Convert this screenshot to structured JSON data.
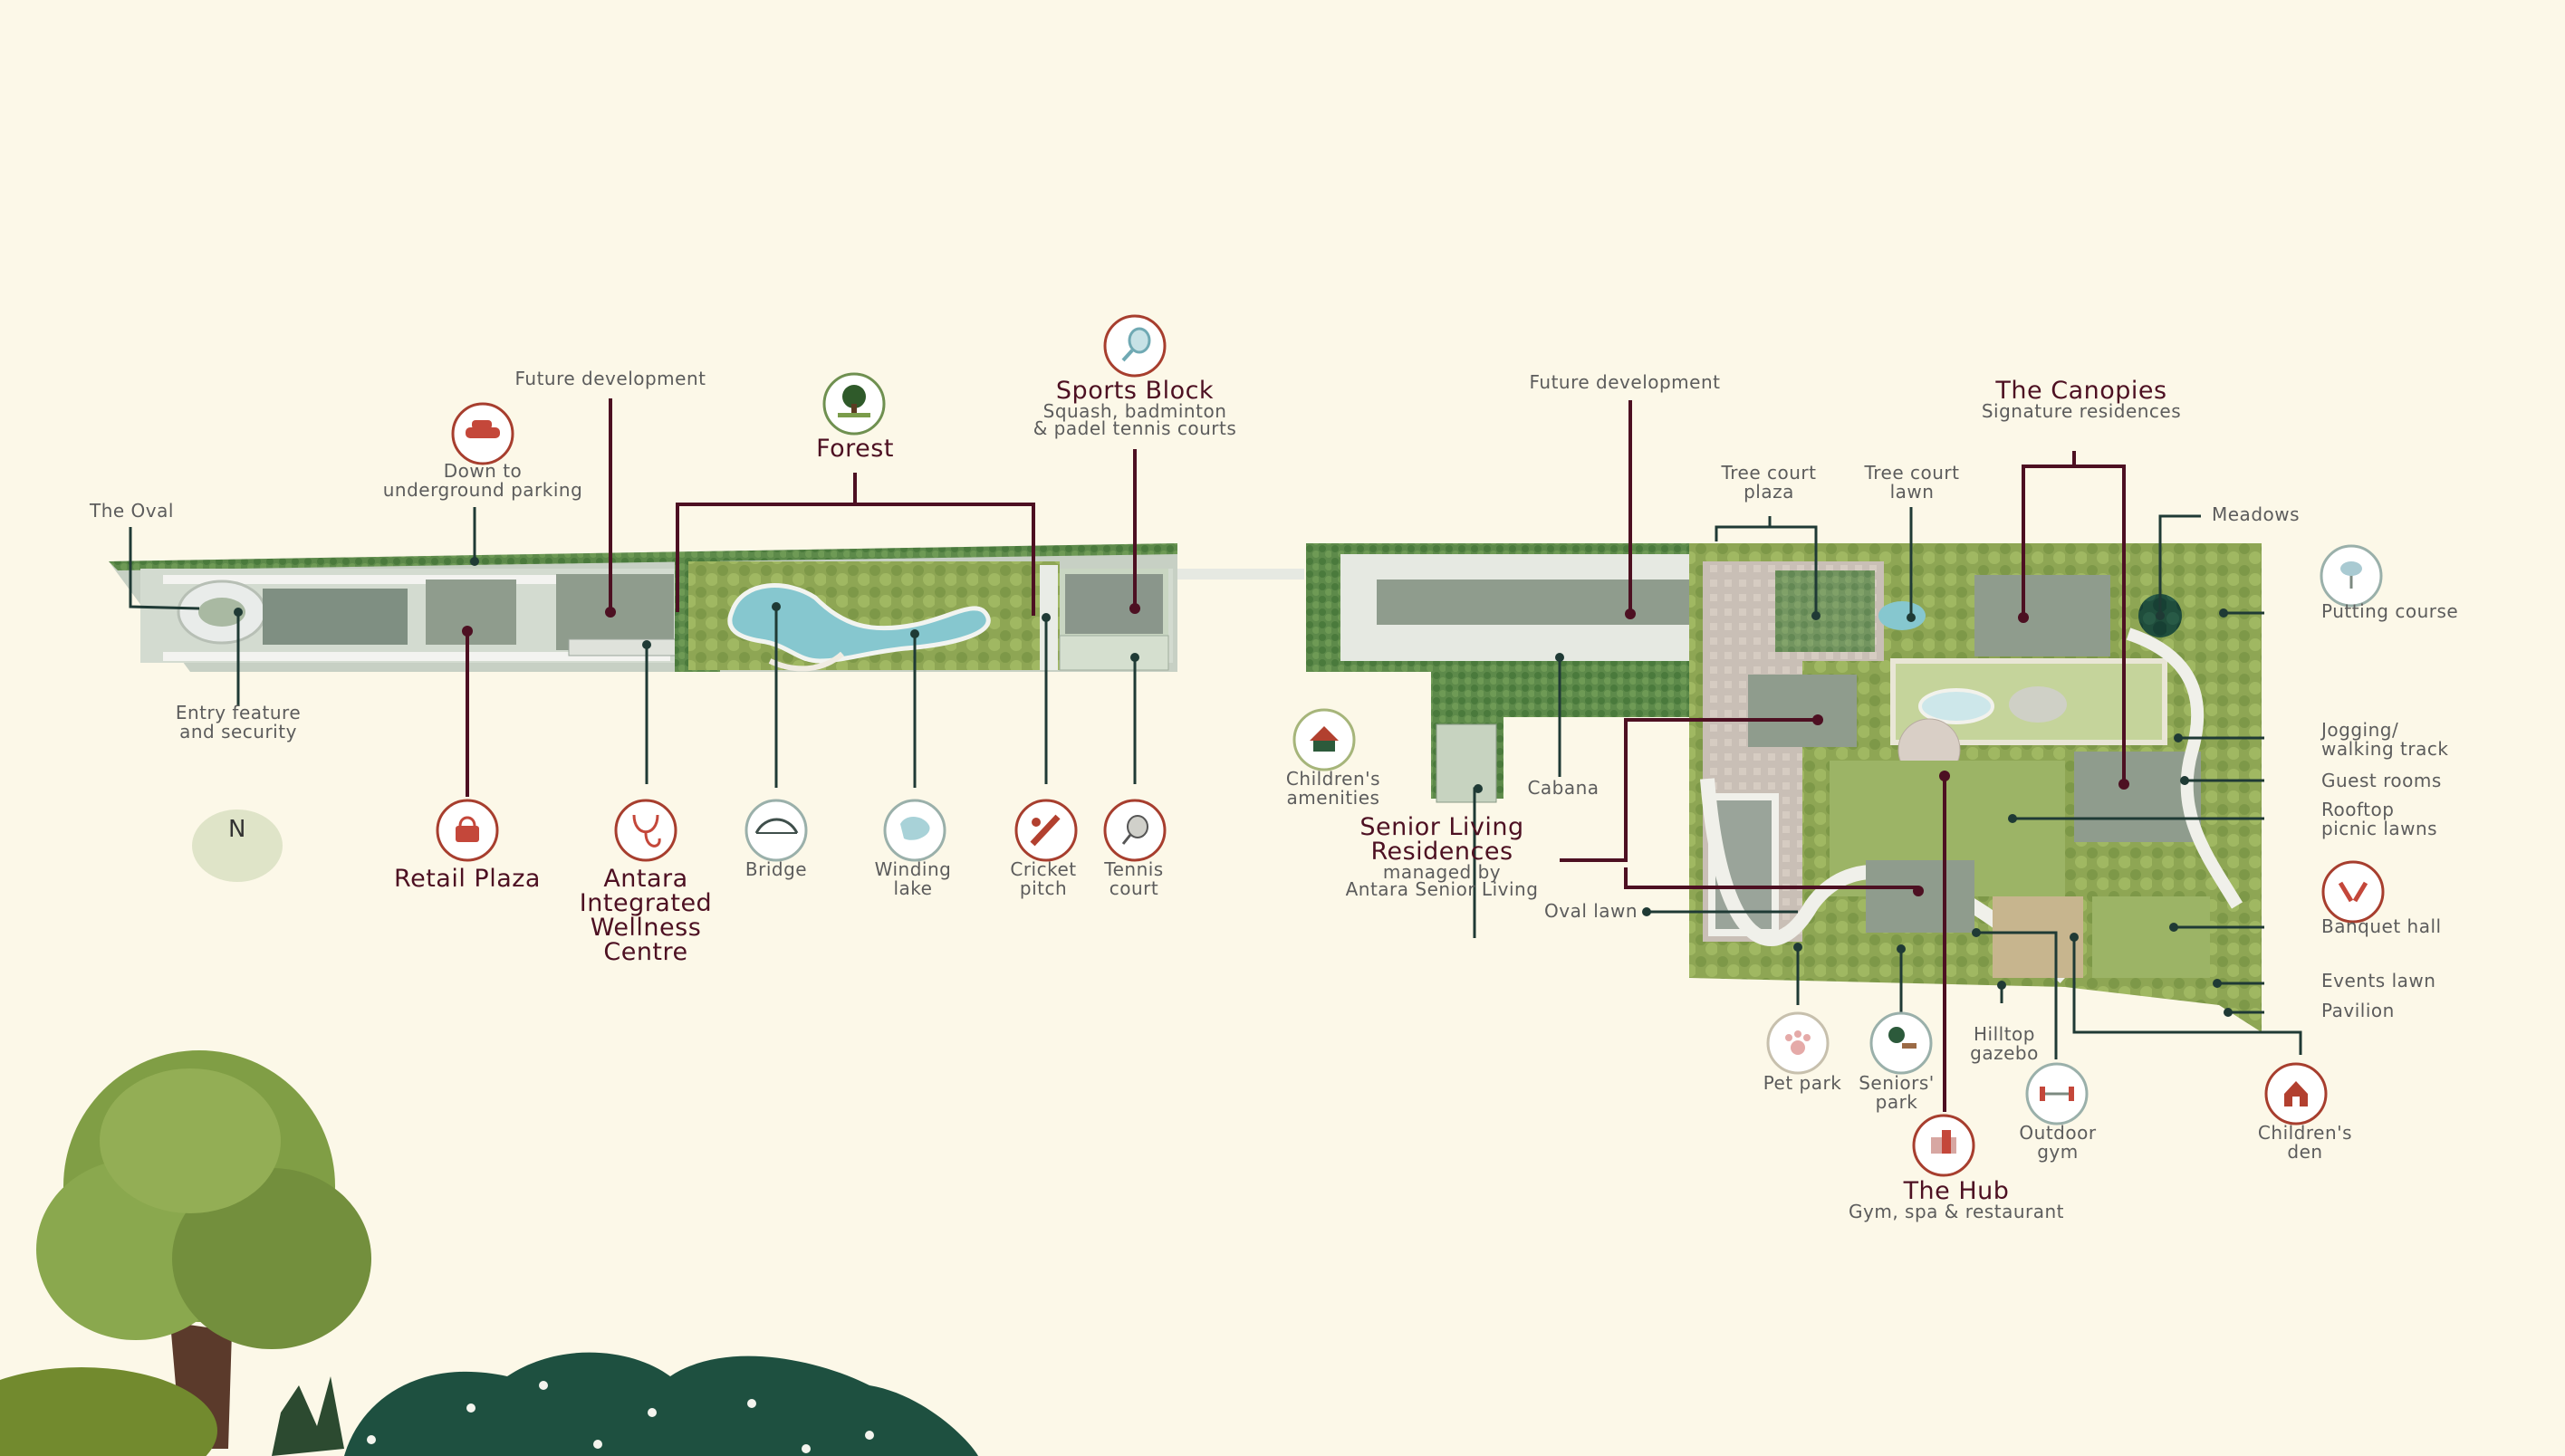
{
  "compass": "N",
  "labels": {
    "the_oval": "The Oval",
    "entry_feature": "Entry feature\nand security",
    "down_to_parking": "Down to\nunderground parking",
    "future_dev_left": "Future development",
    "future_dev_right": "Future development",
    "bridge": "Bridge",
    "winding_lake": "Winding\nlake",
    "cricket_pitch": "Cricket\npitch",
    "tennis_court": "Tennis\ncourt",
    "childrens_amenities": "Children's\namenities",
    "cabana": "Cabana",
    "tree_court_plaza": "Tree court\nplaza",
    "tree_court_lawn": "Tree court\nlawn",
    "meadows": "Meadows",
    "putting_course": "Putting course",
    "jogging_track": "Jogging/\nwalking track",
    "guest_rooms": "Guest rooms",
    "rooftop_picnic": "Rooftop\npicnic lawns",
    "banquet_hall": "Banquet hall",
    "events_lawn": "Events lawn",
    "pavilion": "Pavilion",
    "oval_lawn": "Oval lawn",
    "pet_park": "Pet park",
    "seniors_park": "Seniors'\npark",
    "hilltop_gazebo": "Hilltop\ngazebo",
    "outdoor_gym": "Outdoor\ngym",
    "childrens_den": "Children's\nden"
  },
  "headings": {
    "forest": {
      "title": "Forest"
    },
    "sports_block": {
      "title": "Sports Block",
      "sub": "Squash, badminton\n& padel tennis courts"
    },
    "canopies": {
      "title": "The Canopies",
      "sub": "Signature residences"
    },
    "retail_plaza": {
      "title": "Retail Plaza"
    },
    "wellness": {
      "title": "Antara\nIntegrated\nWellness\nCentre"
    },
    "senior_living": {
      "title": "Senior Living\nResidences",
      "sub": "managed by\nAntara Senior Living"
    },
    "hub": {
      "title": "The Hub",
      "sub": "Gym, spa & restaurant"
    }
  },
  "icons": [
    "car-icon",
    "tree-icon",
    "racket-icon",
    "handbag-icon",
    "stethoscope-icon",
    "bridge-icon",
    "lake-icon",
    "cricket-bat-icon",
    "tennis-ball-icon",
    "playhouse-icon",
    "flag-icon",
    "toast-icon",
    "barn-icon",
    "paw-icon",
    "bench-icon",
    "dumbbell-icon",
    "building-icon"
  ],
  "colors": {
    "background": "#fcf8e8",
    "accent": "#4d1022",
    "leader_dark": "#1f3a35",
    "lawn": "#9cb466",
    "building": "#8f9c8d"
  }
}
